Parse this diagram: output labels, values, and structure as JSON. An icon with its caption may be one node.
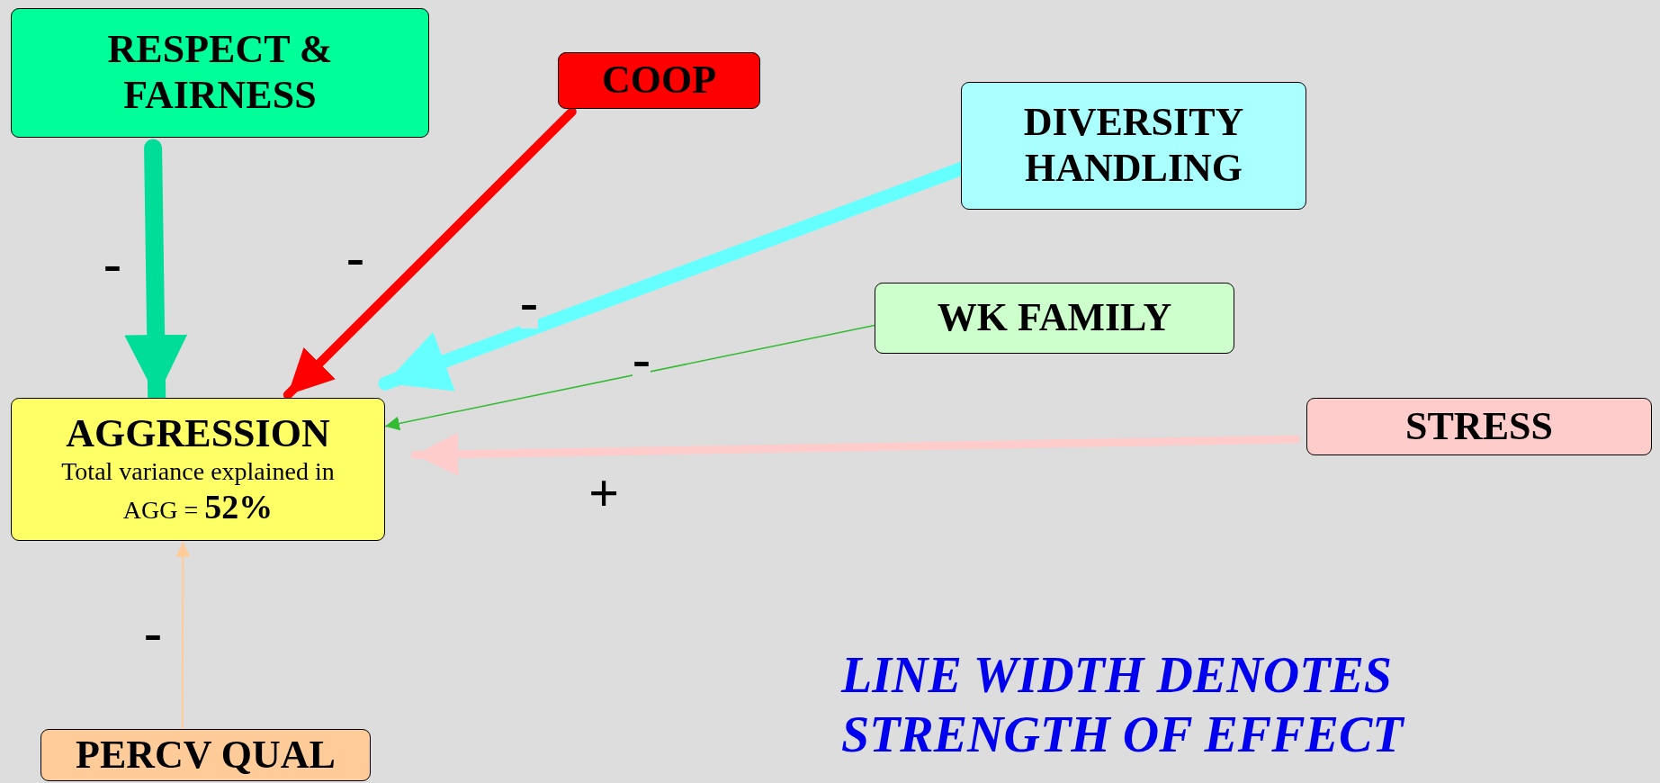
{
  "diagram": {
    "nodes": [
      {
        "text": [
          "RESPECT & FAIRNESS"
        ]
      },
      {
        "text": [
          "COOP"
        ]
      },
      {
        "text": [
          "DIVERSITY HANDLING"
        ]
      },
      {
        "text": [
          "WK FAMILY"
        ]
      },
      {
        "text": [
          "AGGRESSION",
          "Total variance explained in AGG = **52%**"
        ]
      },
      {
        "text": [
          "STRESS"
        ]
      },
      {
        "text": [
          "PERCV QUAL"
        ]
      }
    ],
    "edges": [
      {
        "from": 0,
        "to": 4,
        "arrow": "to",
        "label": "-",
        "style": "thick",
        "color": "#00dd99"
      },
      {
        "from": 1,
        "to": 4,
        "arrow": "to",
        "label": "-",
        "color": "#ff0000"
      },
      {
        "from": 2,
        "to": 4,
        "arrow": "to",
        "label": "-",
        "color": "#66ffff"
      },
      {
        "from": 3,
        "to": 4,
        "arrow": "to",
        "label": "-",
        "color": "#33bb33"
      },
      {
        "from": 5,
        "to": 4,
        "arrow": "to",
        "label": "+",
        "color": "#ffcccc"
      },
      {
        "from": 6,
        "to": 4,
        "arrow": "to",
        "label": "-",
        "color": "#ffcc99"
      }
    ],
    "labels": [
      "LINE WIDTH DENOTES STRENGTH OF EFFECT"
    ]
  }
}
